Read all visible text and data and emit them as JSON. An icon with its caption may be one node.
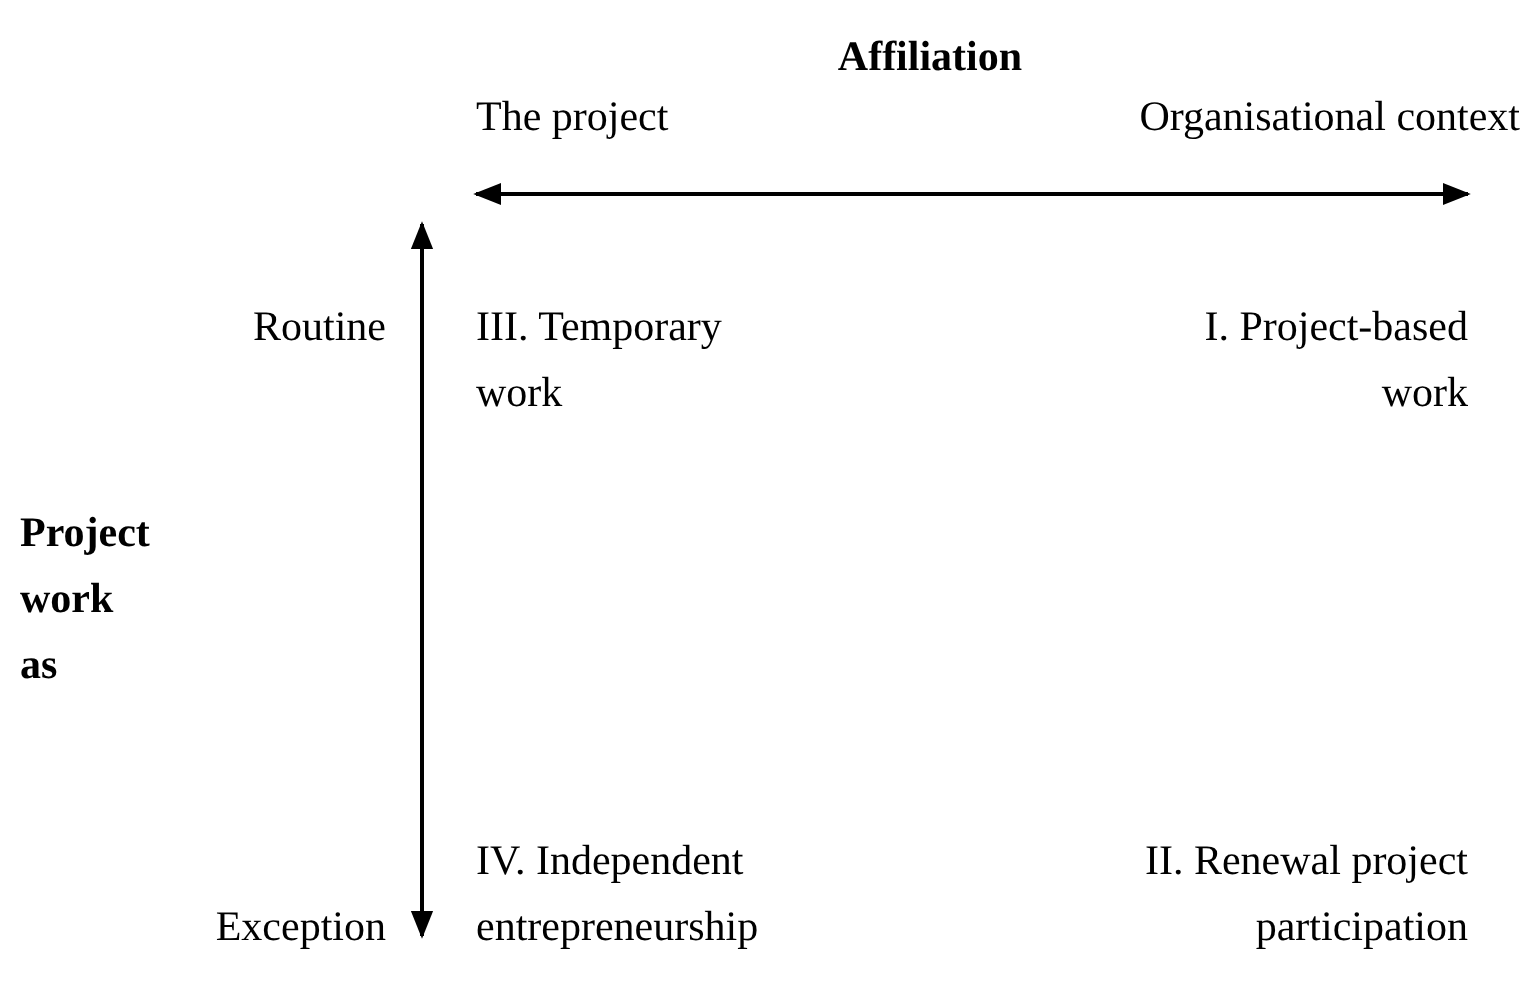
{
  "diagram": {
    "title": "Affiliation",
    "labels": [
      "The project",
      "Organisational context",
      "Routine",
      "III. Temporary work",
      "I. Project-based work",
      "Project work as",
      "Exception",
      "IV. Independent entrepreneurship",
      "II. Renewal project participation"
    ]
  }
}
